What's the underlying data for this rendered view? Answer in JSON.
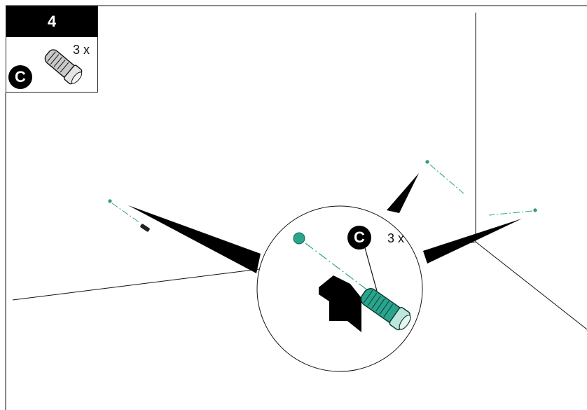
{
  "step": {
    "number": "4",
    "part_letter": "C",
    "part_quantity": "3 x"
  },
  "detail": {
    "part_letter": "C",
    "part_quantity": "3 x"
  },
  "colors": {
    "accent": "#2aa58d",
    "line": "#111111",
    "background": "#ffffff"
  },
  "icons": [
    "wall-plug-icon",
    "drill-hole-icon",
    "push-arrow-icon"
  ]
}
